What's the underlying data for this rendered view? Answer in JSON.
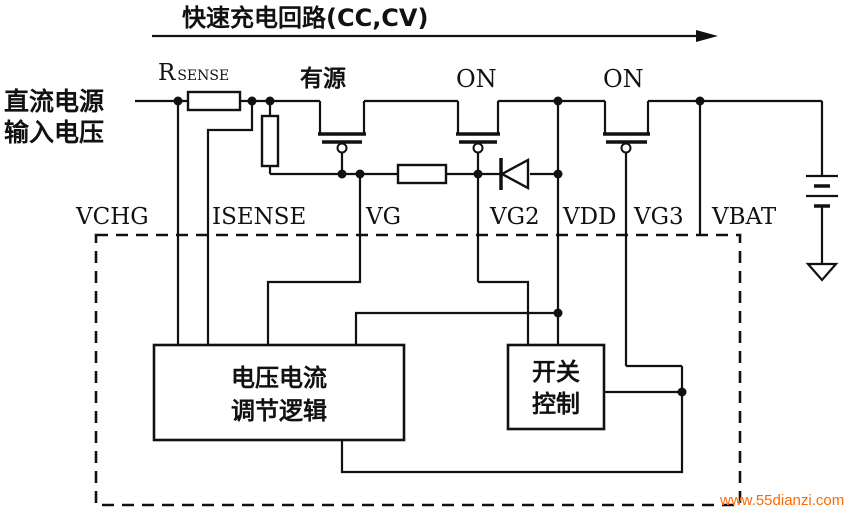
{
  "diagram": {
    "title": "快速充电回路(CC,CV)",
    "input_label_line1": "直流电源",
    "input_label_line2": "输入电压",
    "rsense_label_main": "R",
    "rsense_label_sub": "SENSE",
    "fet1_label": "有源",
    "fet2_label": "ON",
    "fet3_label": "ON",
    "pin_labels": {
      "vchg": "VCHG",
      "isense": "ISENSE",
      "vg": "VG",
      "vg2": "VG2",
      "vdd": "VDD",
      "vg3": "VG3",
      "vbat": "VBAT"
    },
    "block_regulator_line1": "电压电流",
    "block_regulator_line2": "调节逻辑",
    "block_switch_line1": "开关",
    "block_switch_line2": "控制",
    "watermark": "www.55dianzi.com"
  }
}
